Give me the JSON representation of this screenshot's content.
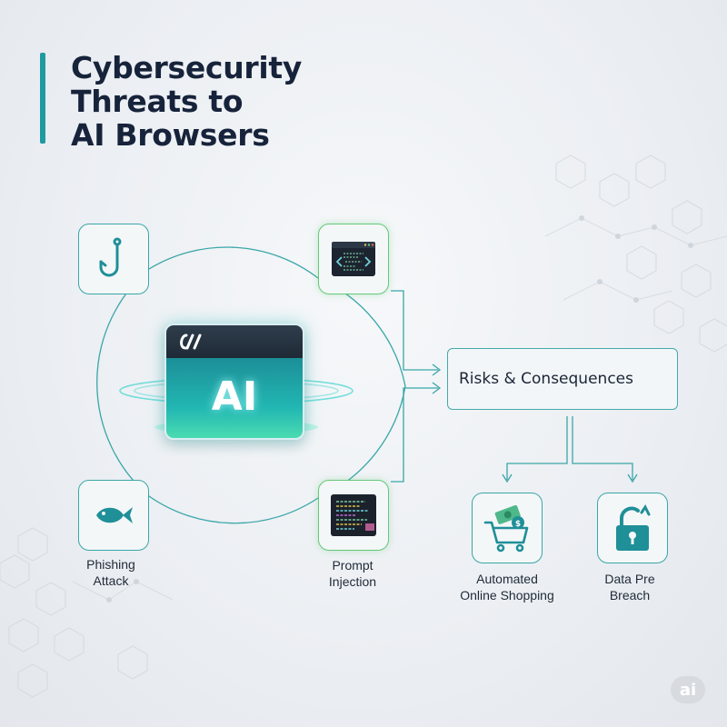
{
  "title": {
    "line1": "Cybersecurity",
    "line2": "Threats to",
    "line3": "AI Browsers"
  },
  "center": {
    "label": "AI"
  },
  "risk_box": {
    "label": "Risks & Consequences"
  },
  "threats": [
    {
      "id": "phishing-hook",
      "icon": "fish-hook-icon"
    },
    {
      "id": "code-browser",
      "icon": "code-window-icon"
    },
    {
      "id": "phishing-attack",
      "icon": "fish-icon",
      "label_line1": "Phishing",
      "label_line2": "Attack"
    },
    {
      "id": "prompt-injection",
      "icon": "terminal-code-icon",
      "label_line1": "Prompt",
      "label_line2": "Injection"
    }
  ],
  "consequences": [
    {
      "id": "automated-shopping",
      "icon": "shopping-cart-money-icon",
      "label_line1": "Automated",
      "label_line2": "Online Shopping"
    },
    {
      "id": "data-breach",
      "icon": "broken-lock-icon",
      "label_line1": "Data Pre",
      "label_line2": "Breach"
    }
  ],
  "colors": {
    "accent": "#1f9aa0",
    "teal_line": "#3aa6a8",
    "green_glow": "#64c979",
    "title": "#16233a"
  },
  "watermark": {
    "label": "ai"
  }
}
